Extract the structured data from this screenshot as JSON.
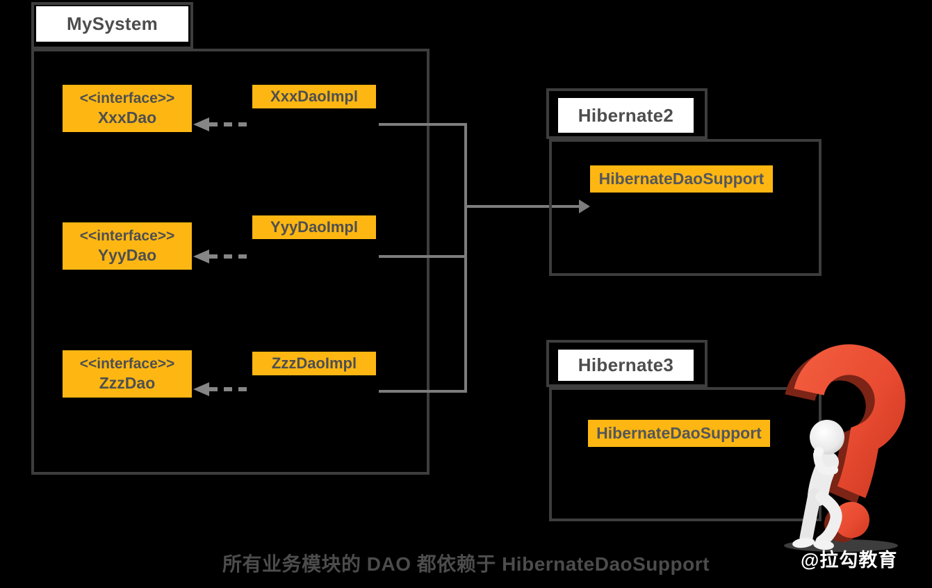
{
  "diagram": {
    "background_color": "#000000",
    "accent_color": "#FEB712",
    "package_border_color": "#3D3D3D",
    "connector_color": "#7D7D7D",
    "question_mark_color": "#E84B31"
  },
  "mysystem": {
    "title": "MySystem",
    "rows": [
      {
        "stereotype": "<<interface>>",
        "interface_name": "XxxDao",
        "impl_name": "XxxDaoImpl"
      },
      {
        "stereotype": "<<interface>>",
        "interface_name": "YyyDao",
        "impl_name": "YyyDaoImpl"
      },
      {
        "stereotype": "<<interface>>",
        "interface_name": "ZzzDao",
        "impl_name": "ZzzDaoImpl"
      }
    ]
  },
  "hibernate2": {
    "title": "Hibernate2",
    "class_name": "HibernateDaoSupport"
  },
  "hibernate3": {
    "title": "Hibernate3",
    "class_name": "HibernateDaoSupport"
  },
  "caption": "所有业务模块的 DAO 都依赖于 HibernateDaoSupport",
  "watermark": "@拉勾教育"
}
